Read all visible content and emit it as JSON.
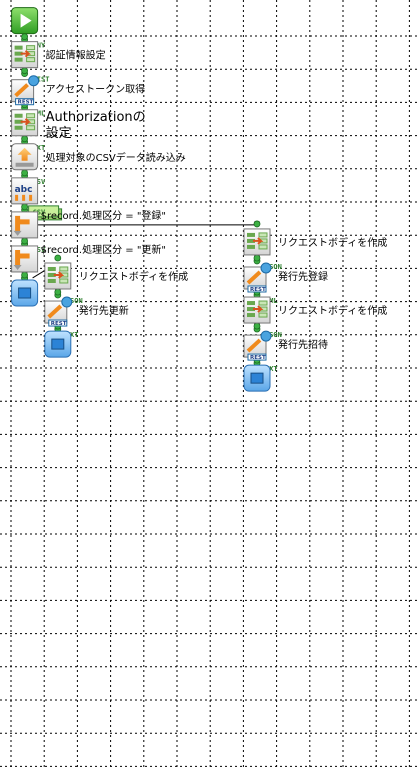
{
  "colors": {
    "grid": "#000000",
    "port": "#3cb043",
    "type_label": "#2f7f2f",
    "start_green": "#4fc23a",
    "end_blue": "#2c83d6"
  },
  "icons": {
    "start": "play-icon",
    "mapper": "data-mapper-icon",
    "rest": "rest-call-icon",
    "csv_read": "csv-read-icon",
    "text_processor": "abc-text-icon",
    "condition": "branch-condition-icon",
    "end": "end-icon",
    "csv_badge": "csv-badge-icon"
  },
  "flow": {
    "nodes": [
      {
        "name": "start-node",
        "icon": "start",
        "col": 0,
        "row": 0,
        "label": ""
      },
      {
        "name": "auth-settings-node",
        "icon": "mapper",
        "col": 0,
        "row": 2,
        "label": "認証情報設定"
      },
      {
        "name": "get-access-token-node",
        "icon": "rest",
        "col": 0,
        "row": 4,
        "label": "アクセストークン取得"
      },
      {
        "name": "authorization-setup-node",
        "icon": "mapper",
        "col": 0,
        "row": 6,
        "label": "Authorizationの 設定",
        "big": true
      },
      {
        "name": "csv-read-node",
        "icon": "csv_read",
        "col": 0,
        "row": 8,
        "label": "処理対象のCSVデータ読み込み"
      },
      {
        "name": "text-processor-node",
        "icon": "text_processor",
        "col": 0,
        "row": 10,
        "label": ""
      },
      {
        "name": "condition-register-node",
        "icon": "condition",
        "col": 0,
        "row": 12,
        "label": "$record.処理区分 = \"登録\""
      },
      {
        "name": "condition-update-node",
        "icon": "condition",
        "col": 0,
        "row": 14,
        "label": "$record.処理区分 = \"更新\""
      },
      {
        "name": "end-node-left",
        "icon": "end",
        "col": 0,
        "row": 16,
        "label": ""
      },
      {
        "name": "create-body-update-node",
        "icon": "mapper",
        "col": 1,
        "row": 15,
        "label": "リクエストボディを作成"
      },
      {
        "name": "update-issuer-node",
        "icon": "rest",
        "col": 1,
        "row": 17,
        "label": "発行先更新"
      },
      {
        "name": "end-node-middle",
        "icon": "end",
        "col": 1,
        "row": 19,
        "label": ""
      },
      {
        "name": "create-body-register-node",
        "icon": "mapper",
        "col": 7,
        "row": 13,
        "label": "リクエストボディを作成"
      },
      {
        "name": "register-issuer-node",
        "icon": "rest",
        "col": 7,
        "row": 15,
        "label": "発行先登録"
      },
      {
        "name": "create-body-invite-node",
        "icon": "mapper",
        "col": 7,
        "row": 17,
        "label": "リクエストボディを作成"
      },
      {
        "name": "invite-issuer-node",
        "icon": "rest",
        "col": 7,
        "row": 19,
        "label": "発行先招待"
      },
      {
        "name": "end-node-right",
        "icon": "end",
        "col": 7,
        "row": 21,
        "label": ""
      }
    ],
    "edges": [
      {
        "from": "start-node",
        "to": "auth-settings-node",
        "type": "ANY"
      },
      {
        "from": "auth-settings-node",
        "to": "get-access-token-node",
        "type": "LIST"
      },
      {
        "from": "get-access-token-node",
        "to": "authorization-setup-node",
        "type": "XML"
      },
      {
        "from": "authorization-setup-node",
        "to": "csv-read-node",
        "type": "TXT"
      },
      {
        "from": "csv-read-node",
        "to": "text-processor-node",
        "type": "CSV"
      },
      {
        "from": "text-processor-node",
        "to": "condition-register-node",
        "type": "",
        "badge": "CSV"
      },
      {
        "from": "condition-register-node",
        "to": "create-body-register-node",
        "type": "",
        "route": "branch"
      },
      {
        "from": "condition-register-node",
        "to": "condition-update-node",
        "type": "CSV"
      },
      {
        "from": "condition-update-node",
        "to": "create-body-update-node",
        "type": "C",
        "route": "side"
      },
      {
        "from": "condition-update-node",
        "to": "end-node-left",
        "type": ""
      },
      {
        "from": "create-body-update-node",
        "to": "update-issuer-node",
        "type": "JSON"
      },
      {
        "from": "update-issuer-node",
        "to": "end-node-middle",
        "type": "TXT"
      },
      {
        "from": "create-body-register-node",
        "to": "register-issuer-node",
        "type": "JSON"
      },
      {
        "from": "register-issuer-node",
        "to": "create-body-invite-node",
        "type": "XML"
      },
      {
        "from": "create-body-invite-node",
        "to": "invite-issuer-node",
        "type": "JSON"
      },
      {
        "from": "invite-issuer-node",
        "to": "end-node-right",
        "type": "TXT"
      }
    ]
  }
}
